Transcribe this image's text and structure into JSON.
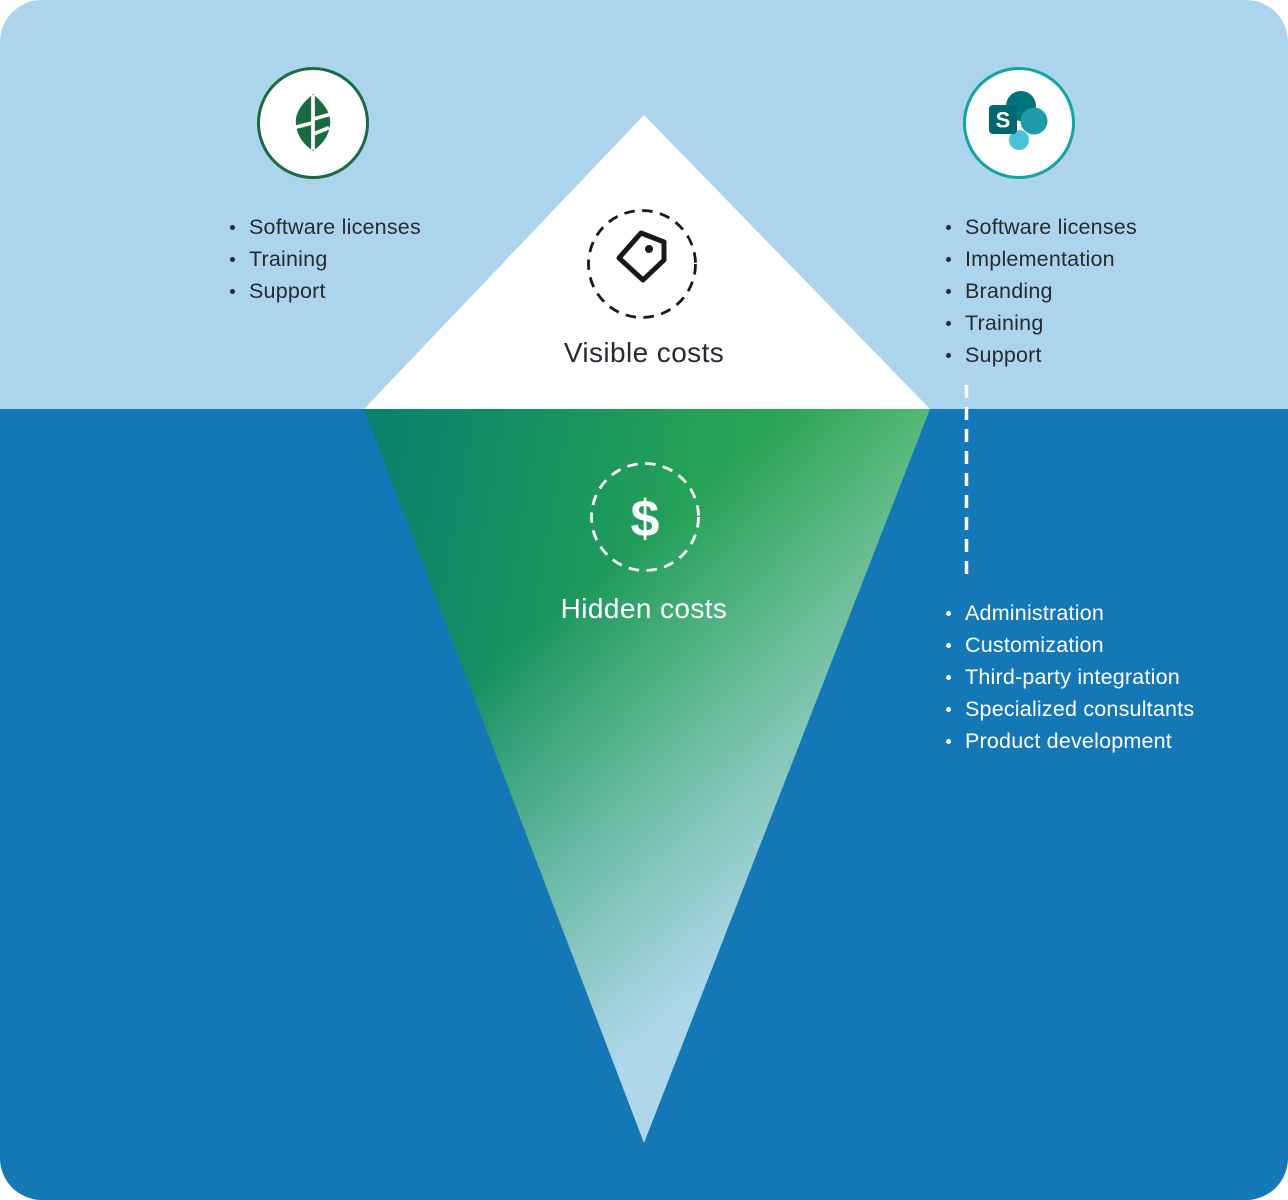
{
  "diagram": {
    "visible_section": {
      "title": "Visible costs",
      "icon": "price-tag-icon"
    },
    "hidden_section": {
      "title": "Hidden costs",
      "icon": "dollar-icon",
      "dollar_glyph": "$"
    },
    "left_product": {
      "icon": "leaf-icon",
      "visible_costs": [
        "Software licenses",
        "Training",
        "Support"
      ]
    },
    "right_product": {
      "icon": "sharepoint-icon",
      "logo_letter": "S",
      "visible_costs": [
        "Software licenses",
        "Implementation",
        "Branding",
        "Training",
        "Support"
      ],
      "hidden_costs": [
        "Administration",
        "Customization",
        "Third-party integration",
        "Specialized consultants",
        "Product development"
      ]
    }
  },
  "colors": {
    "sky": "#ACD4EC",
    "water": "#1478B7",
    "iceberg-white": "#FFFFFF",
    "text-dark": "#252B33",
    "leaf-green": "#1A6B40",
    "sp-ring": "#13A49E",
    "sp-dark": "#03737B",
    "sp-mid": "#1E9BA9",
    "sp-light": "#47C4D8",
    "sp-square": "#04666E",
    "grad-teal": "#08806F",
    "grad-green": "#24A057",
    "grad-green-light": "#45B455",
    "pale-blue": "#AFD7EB",
    "icon-dark": "#17191C"
  }
}
